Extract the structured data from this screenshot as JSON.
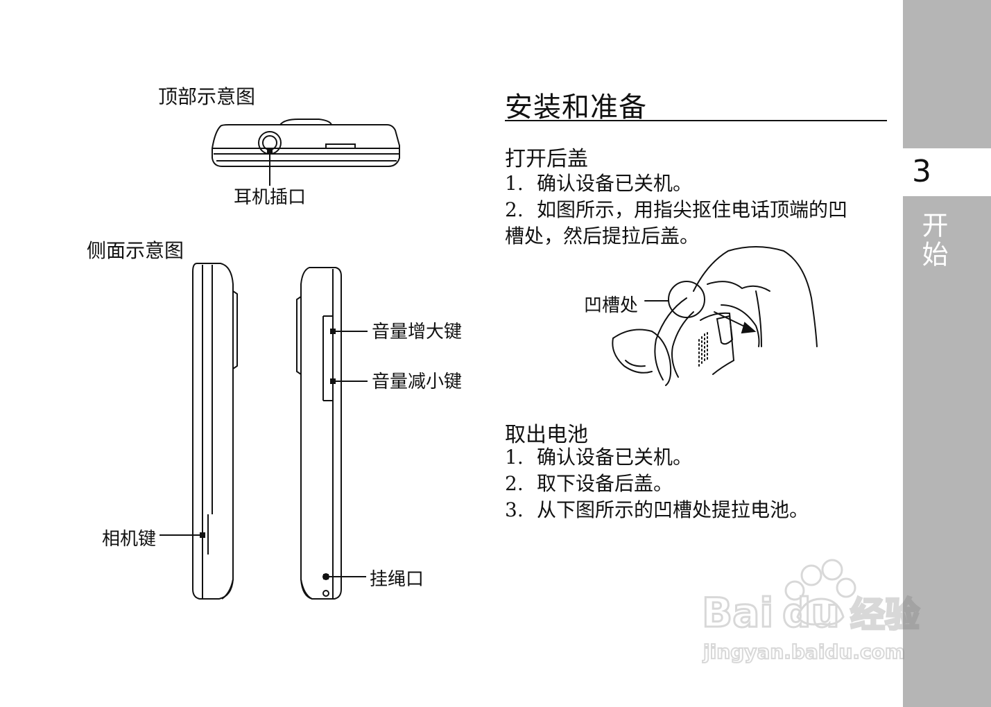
{
  "left": {
    "top_view_title": "顶部示意图",
    "top_view_labels": {
      "earphone_jack": "耳机插口"
    },
    "side_view_title": "侧面示意图",
    "side_view_labels": {
      "volume_up": "音量增大键",
      "volume_down": "音量减小键",
      "camera_key": "相机键",
      "strap_hole": "挂绳口"
    }
  },
  "right": {
    "section_title": "安装和准备",
    "open_cover": {
      "heading": "打开后盖",
      "steps": [
        {
          "num": "1.",
          "text": "确认设备已关机。"
        },
        {
          "num": "2.",
          "text": "如图所示，用指尖抠住电话顶端的凹",
          "text_cont": "槽处，然后提拉后盖。"
        }
      ],
      "figure_label": "凹槽处"
    },
    "remove_battery": {
      "heading": "取出电池",
      "steps": [
        {
          "num": "1.",
          "text": "确认设备已关机。"
        },
        {
          "num": "2.",
          "text": "取下设备后盖。"
        },
        {
          "num": "3.",
          "text": "从下图所示的凹槽处提拉电池。"
        }
      ]
    }
  },
  "sidebar": {
    "page_number": "3",
    "chapter": "开始"
  },
  "watermark": {
    "logo_text": "Bai du 经验",
    "url_text": "jingyan.baidu.com"
  }
}
